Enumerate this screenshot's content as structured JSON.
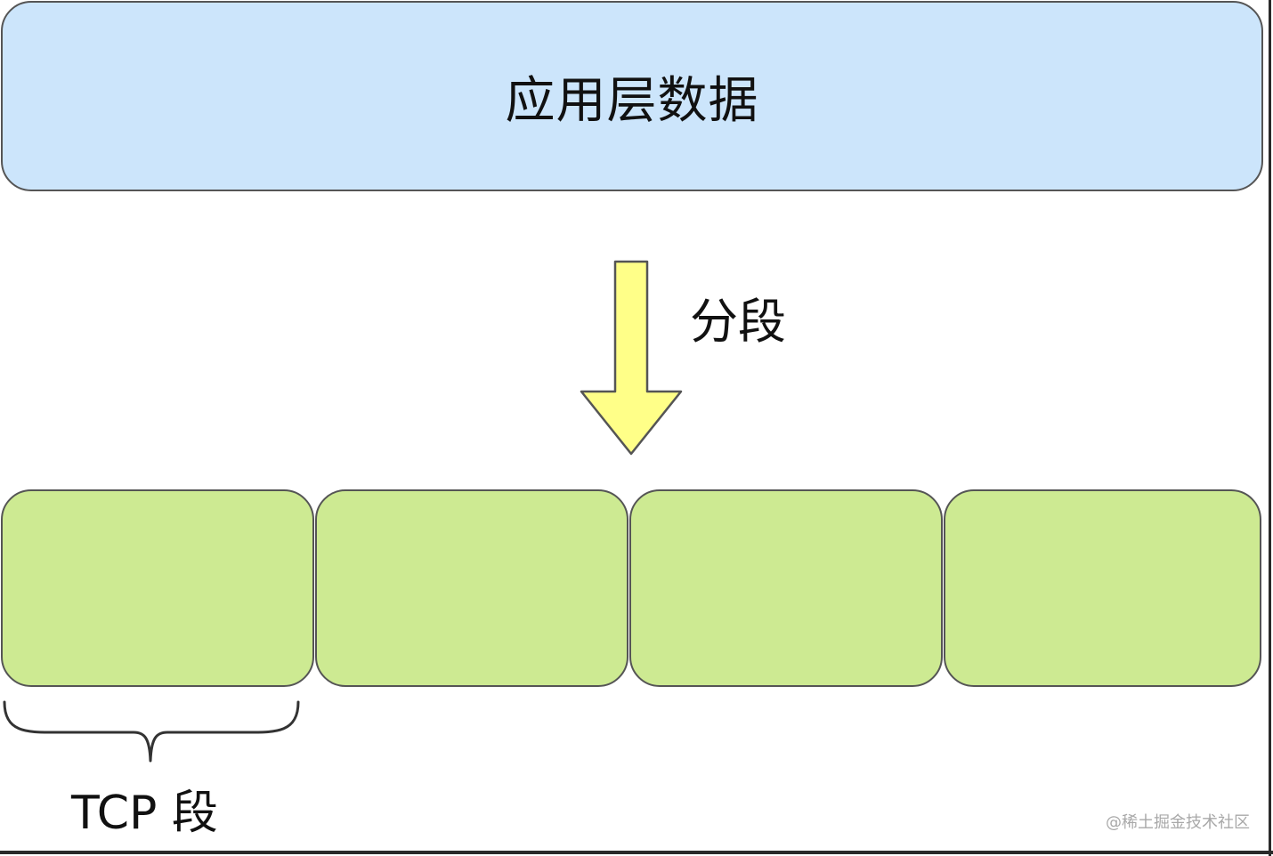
{
  "app_data": {
    "label": "应用层数据",
    "color": "#cce5fb"
  },
  "arrow": {
    "label": "分段",
    "color": "#ffff88"
  },
  "tcp_segments": {
    "count": 4,
    "color": "#cdea92",
    "brace_label": "TCP 段"
  },
  "watermark": "@稀土掘金技术社区"
}
